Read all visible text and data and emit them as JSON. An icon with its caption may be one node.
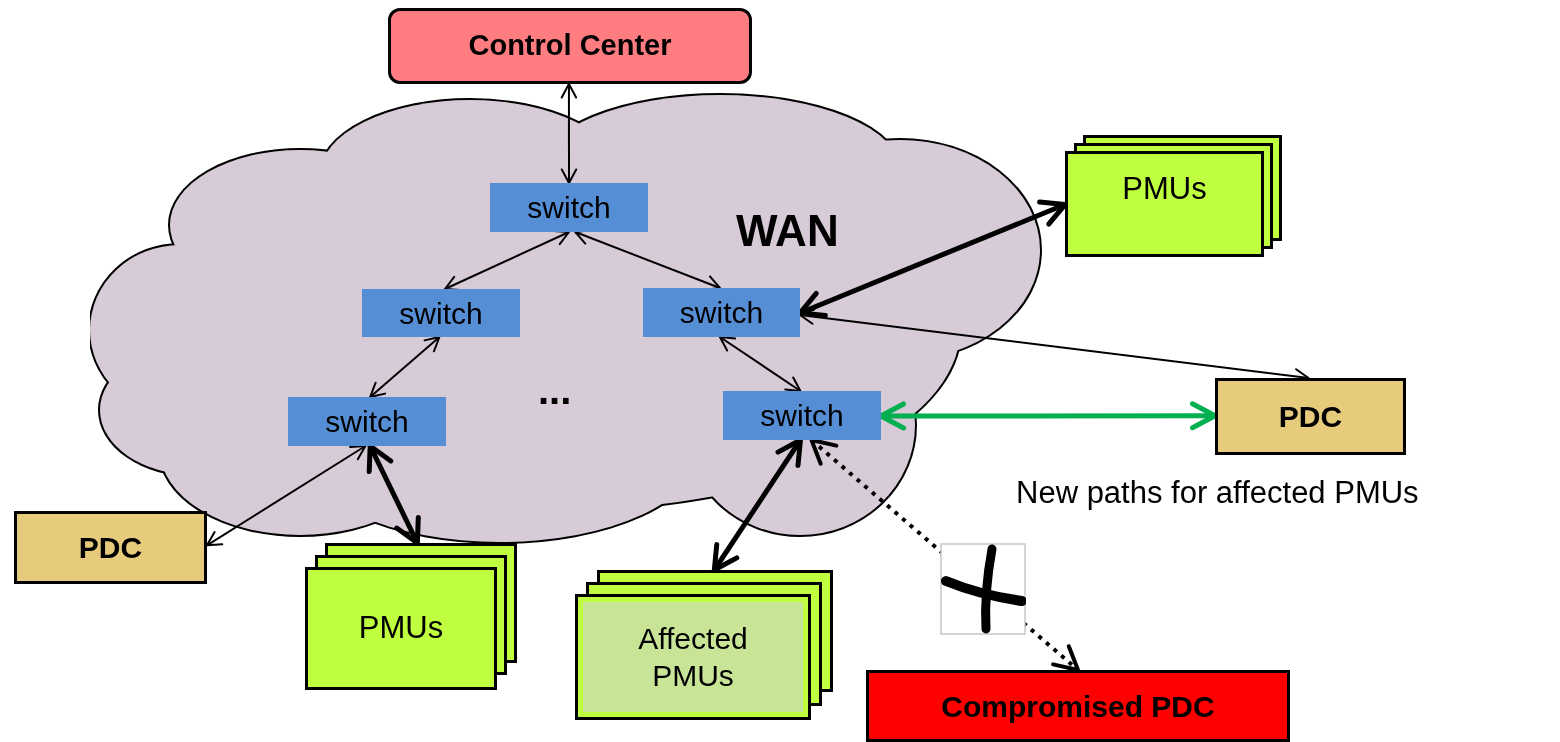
{
  "diagram": {
    "nodes": [
      {
        "text": [
          "Control Center"
        ]
      },
      {
        "text": [
          "WAN"
        ]
      },
      {
        "text": [
          "switch"
        ],
        "in": 1
      },
      {
        "text": [
          "switch"
        ],
        "in": 1
      },
      {
        "text": [
          "switch"
        ],
        "in": 1
      },
      {
        "text": [
          "switch"
        ],
        "in": 1
      },
      {
        "text": [
          "switch"
        ],
        "in": 1
      },
      {
        "text": [
          "PMUs"
        ]
      },
      {
        "text": [
          "PDC"
        ]
      },
      {
        "text": [
          "PDC"
        ]
      },
      {
        "text": [
          "PMUs"
        ]
      },
      {
        "text": [
          "Affected PMUs"
        ]
      },
      {
        "text": [
          "Compromised PDC"
        ]
      }
    ],
    "edges": [
      {
        "from": 0,
        "to": 2,
        "arrow": "both"
      },
      {
        "from": 2,
        "to": 3,
        "arrow": "both"
      },
      {
        "from": 2,
        "to": 4,
        "arrow": "both"
      },
      {
        "from": 3,
        "to": 5,
        "arrow": "both"
      },
      {
        "from": 4,
        "to": 6,
        "arrow": "both"
      },
      {
        "from": 5,
        "to": 9,
        "arrow": "both"
      },
      {
        "from": 5,
        "to": 10,
        "arrow": "both",
        "style": "thick"
      },
      {
        "from": 4,
        "to": 7,
        "arrow": "both",
        "style": "thick"
      },
      {
        "from": 4,
        "to": 8,
        "arrow": "both"
      },
      {
        "from": 6,
        "to": 8,
        "arrow": "both",
        "style": "thick",
        "color": "#00b050"
      },
      {
        "from": 6,
        "to": 11,
        "arrow": "both",
        "style": "thick"
      },
      {
        "from": 6,
        "to": 12,
        "arrow": "both",
        "style": "dashed"
      }
    ],
    "labels": [
      "...",
      "New paths for affected PMUs"
    ]
  }
}
